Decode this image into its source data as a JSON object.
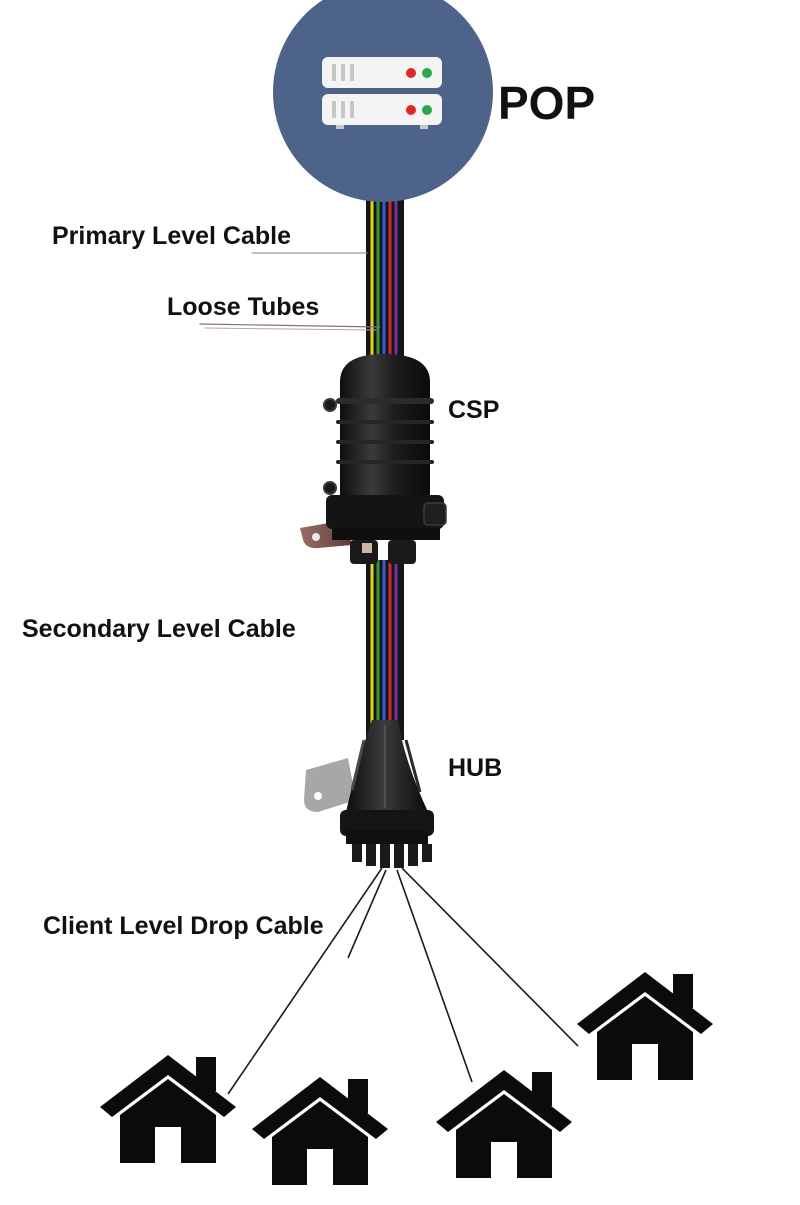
{
  "labels": {
    "pop": "POP",
    "primary_cable": "Primary Level Cable",
    "loose_tubes": "Loose Tubes",
    "csp": "CSP",
    "secondary_cable": "Secondary Level Cable",
    "hub": "HUB",
    "client_drop": "Client Level Drop Cable"
  },
  "icons": {
    "pop_node": "server-rack-icon",
    "csp_node": "splice-closure-icon",
    "hub_node": "fiber-hub-icon",
    "homes": [
      "house-icon",
      "house-icon",
      "house-icon",
      "house-icon"
    ]
  },
  "colors": {
    "pop_circle": "#4e6389",
    "server_unit": "#f4f4f4",
    "led_red": "#e0282b",
    "led_green": "#2aa84a",
    "closure": "#1c1c1c",
    "bracket": "#8a5c56",
    "house": "#0b0b0b",
    "fiber_tubes": [
      "#e7d21a",
      "#2f9a3c",
      "#3a5cd6",
      "#c92a2a",
      "#7a2fa8"
    ]
  }
}
